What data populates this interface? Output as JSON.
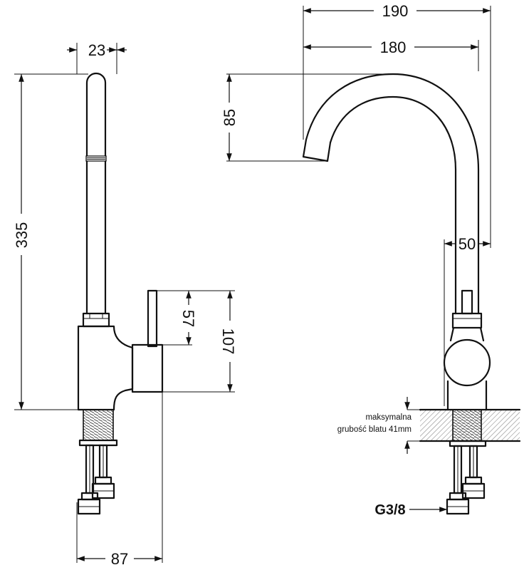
{
  "dimensions": {
    "left_width": "23",
    "left_height": "335",
    "handle_height": "57",
    "body_height": "107",
    "base_width": "87",
    "right_total_width": "190",
    "right_reach": "180",
    "spout_height": "85",
    "body_diameter": "50"
  },
  "note": {
    "line1": "maksymalna",
    "line2": "grubość blatu 41mm"
  },
  "connector_label": "G3/8"
}
